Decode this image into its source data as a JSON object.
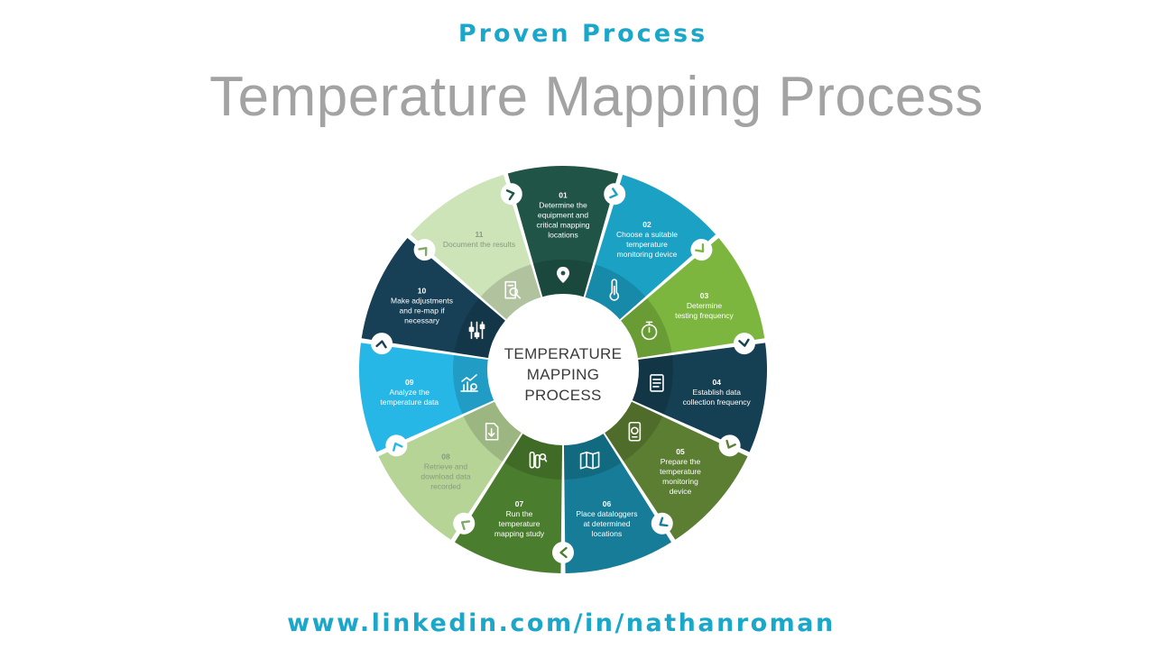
{
  "header": {
    "subtitle": "Proven Process",
    "title": "Temperature Mapping Process"
  },
  "center": {
    "lines": [
      "TEMPERATURE",
      "MAPPING",
      "PROCESS"
    ]
  },
  "steps": [
    {
      "num": "01",
      "lines": [
        "Determine the",
        "equipment and",
        "critical mapping",
        "locations"
      ],
      "color": "#1f5446",
      "icon": "map-pin-icon"
    },
    {
      "num": "02",
      "lines": [
        "Choose a suitable",
        "temperature",
        "monitoring device"
      ],
      "color": "#1aa1c4",
      "icon": "thermometer-icon"
    },
    {
      "num": "03",
      "lines": [
        "Determine",
        "testing frequency"
      ],
      "color": "#7cb63e",
      "icon": "stopwatch-icon"
    },
    {
      "num": "04",
      "lines": [
        "Establish data",
        "collection frequency"
      ],
      "color": "#153f52",
      "icon": "data-log-icon"
    },
    {
      "num": "05",
      "lines": [
        "Prepare the",
        "temperature",
        "monitoring",
        "device"
      ],
      "color": "#5c7e33",
      "icon": "device-icon"
    },
    {
      "num": "06",
      "lines": [
        "Place dataloggers",
        "at determined",
        "locations"
      ],
      "color": "#167c97",
      "icon": "map-icon"
    },
    {
      "num": "07",
      "lines": [
        "Run the",
        "temperature",
        "mapping study"
      ],
      "color": "#4b7d2e",
      "icon": "test-tubes-icon"
    },
    {
      "num": "08",
      "lines": [
        "Retrieve and",
        "download data",
        "recorded"
      ],
      "color": "#b5d496",
      "icon": "download-document-icon"
    },
    {
      "num": "09",
      "lines": [
        "Analyze the",
        "temperature data"
      ],
      "color": "#27b7e6",
      "icon": "analytics-icon"
    },
    {
      "num": "10",
      "lines": [
        "Make adjustments",
        "and re-map if",
        "necessary"
      ],
      "color": "#173f56",
      "icon": "sliders-icon"
    },
    {
      "num": "11",
      "lines": [
        "Document the results"
      ],
      "color": "#cde3b8",
      "icon": "magnify-document-icon"
    }
  ],
  "footer": {
    "url": "www.linkedin.com/in/nathanroman"
  }
}
